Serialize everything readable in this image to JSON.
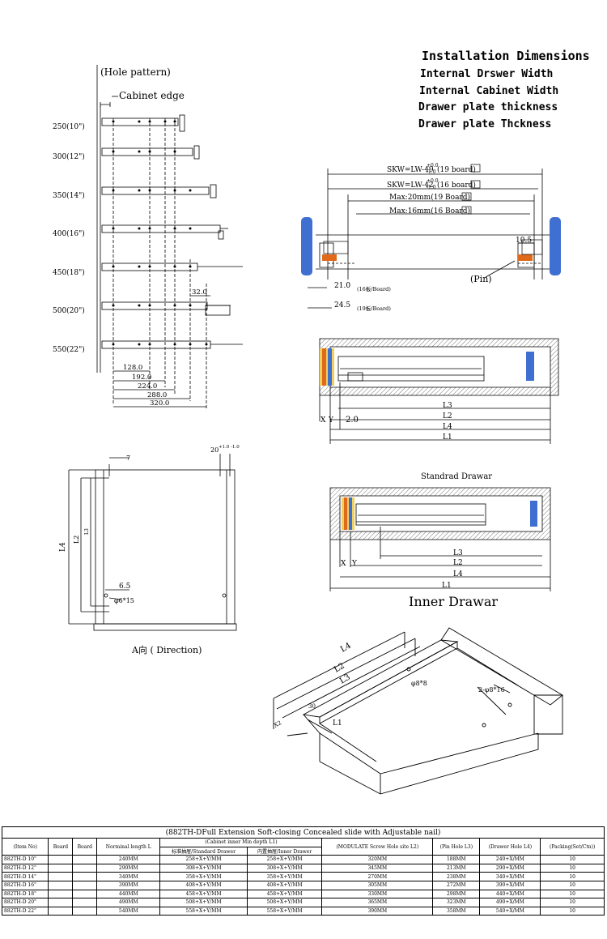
{
  "titles": {
    "installation": "Installation Dimensions",
    "internal_drawer_width": "Internal Drswer Width",
    "internal_cabinet_width": "Internal Cabinet Width",
    "drawer_plate_thickness": "Drawer plate thickness",
    "drawer_plate_thckness": "Drawer plate Thckness"
  },
  "hole_pattern": {
    "caption": "(Hole pattern)",
    "cabinet_edge": "Cabinet edge",
    "sizes": [
      "250(10\")",
      "300(12\")",
      "350(14\")",
      "400(16\")",
      "450(18\")",
      "500(20\")",
      "550(22\")"
    ],
    "dims": [
      "128.0",
      "192.0",
      "224.0",
      "288.0",
      "320.0",
      "32.0"
    ]
  },
  "section": {
    "skw19": "SKW=LW-49",
    "skw19_tol_top": "+0.0",
    "skw19_tol_bot": "-1.0",
    "skw19_suffix": "(19 board)",
    "skw16": "SKW=LW-42",
    "skw16_tol_top": "+0.0",
    "skw16_tol_bot": "-1.0",
    "skw16_suffix": "(16 board)",
    "max19": "Max:20mm(19 Board)",
    "max16": "Max:16mm(16 Board)",
    "dim_10_5": "10.5",
    "pin": "(Pin)",
    "dim21": "21.0",
    "dim21_sfx": "(16板/Board)",
    "dim24": "24.5",
    "dim24_sfx": "(19板/Board)"
  },
  "standard_drawer": {
    "caption": "Standrad Drawar",
    "labels": [
      "X",
      "Y",
      "2.0",
      "L3",
      "L2",
      "L4",
      "L1"
    ]
  },
  "inner_drawer": {
    "caption": "Inner Drawar",
    "labels": [
      "X",
      "Y",
      "L3",
      "L2",
      "L4",
      "L1"
    ]
  },
  "direction": {
    "caption": "A向 ( Direction)",
    "dim7": "7",
    "dim20": "20",
    "dim20_tol": "+1.0 -1.0",
    "l4": "L4",
    "l2": "L2",
    "l3": "L3",
    "dim6_5": "6.5",
    "hole": "φ6*15"
  },
  "iso": {
    "l4": "L4",
    "l2": "L2",
    "l3": "L3",
    "l1": "L1",
    "x2": "X2",
    "dim30": "30",
    "hole1": "φ8*8",
    "hole2": "2-φ8*16"
  },
  "table": {
    "title": "(882TH-DFull Extension Soft-closing Concealed slide with Adjustable nail)",
    "headers": [
      "(Item No)",
      "Board",
      "Board",
      "Norminal length L",
      "(Cabinet inner Min depth L1)",
      "(MODULATE Screw Hole site L2)",
      "(Pin Hole L3)",
      "(Drawer Hole L4)",
      "(Packing(Set/Ctn))"
    ],
    "subheaders": [
      "标准抽屉/Standard Drawer",
      "内置抽屉/Inner Drawer"
    ],
    "rows": [
      [
        "882TH-D 10\"",
        "",
        "",
        "240MM",
        "258+X+Y/MM",
        "258+X+Y/MM",
        "320MM",
        "188MM",
        "240+X/MM",
        "10"
      ],
      [
        "882TH-D 12\"",
        "",
        "",
        "290MM",
        "308+X+Y/MM",
        "308+X+Y/MM",
        "345MM",
        "213MM",
        "290+X/MM",
        "10"
      ],
      [
        "882TH-D 14\"",
        "",
        "",
        "340MM",
        "358+X+Y/MM",
        "358+X+Y/MM",
        "270MM",
        "238MM",
        "340+X/MM",
        "10"
      ],
      [
        "882TH-D 16\"",
        "",
        "",
        "390MM",
        "408+X+Y/MM",
        "408+X+Y/MM",
        "305MM",
        "272MM",
        "390+X/MM",
        "10"
      ],
      [
        "882TH-D 18\"",
        "",
        "",
        "440MM",
        "458+X+Y/MM",
        "458+X+Y/MM",
        "330MM",
        "298MM",
        "440+X/MM",
        "10"
      ],
      [
        "882TH-D 20\"",
        "",
        "",
        "490MM",
        "508+X+Y/MM",
        "508+X+Y/MM",
        "365MM",
        "323MM",
        "490+X/MM",
        "10"
      ],
      [
        "882TH-D 22\"",
        "",
        "",
        "540MM",
        "558+X+Y/MM",
        "558+X+Y/MM",
        "390MM",
        "358MM",
        "540+X/MM",
        "10"
      ]
    ]
  },
  "colors": {
    "blue": "#3f6fd1",
    "orange": "#e06a1a",
    "hatch": "#555555"
  }
}
